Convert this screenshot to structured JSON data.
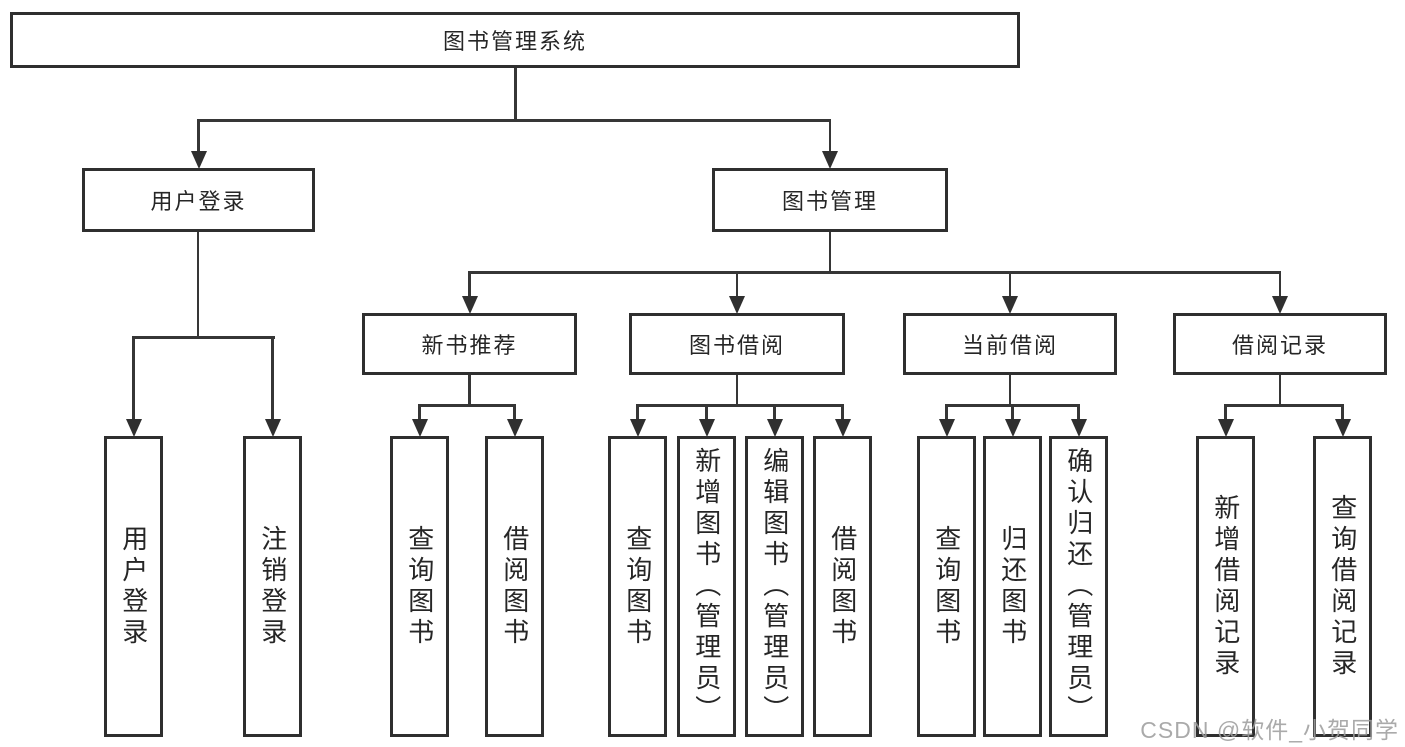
{
  "diagram": {
    "root": "图书管理系统",
    "level2": {
      "user_login": "用户登录",
      "book_management": "图书管理"
    },
    "level3": {
      "new_book_recommend": "新书推荐",
      "book_borrow": "图书借阅",
      "current_borrow": "当前借阅",
      "borrow_records": "借阅记录"
    },
    "leaves": {
      "user_login": [
        "用户登录",
        "注销登录"
      ],
      "new_book_recommend": [
        "查询图书",
        "借阅图书"
      ],
      "book_borrow": [
        "查询图书",
        "新增图书（管理员）",
        "编辑图书（管理员）",
        "借阅图书"
      ],
      "current_borrow": [
        "查询图书",
        "归还图书",
        "确认归还（管理员）"
      ],
      "borrow_records": [
        "新增借阅记录",
        "查询借阅记录"
      ]
    }
  },
  "watermark": "CSDN @软件_小贺同学",
  "colors": {
    "border": "#2f2f2f",
    "line": "#363636",
    "text": "#262626",
    "watermark": "#9e9e9e",
    "background": "#ffffff"
  }
}
